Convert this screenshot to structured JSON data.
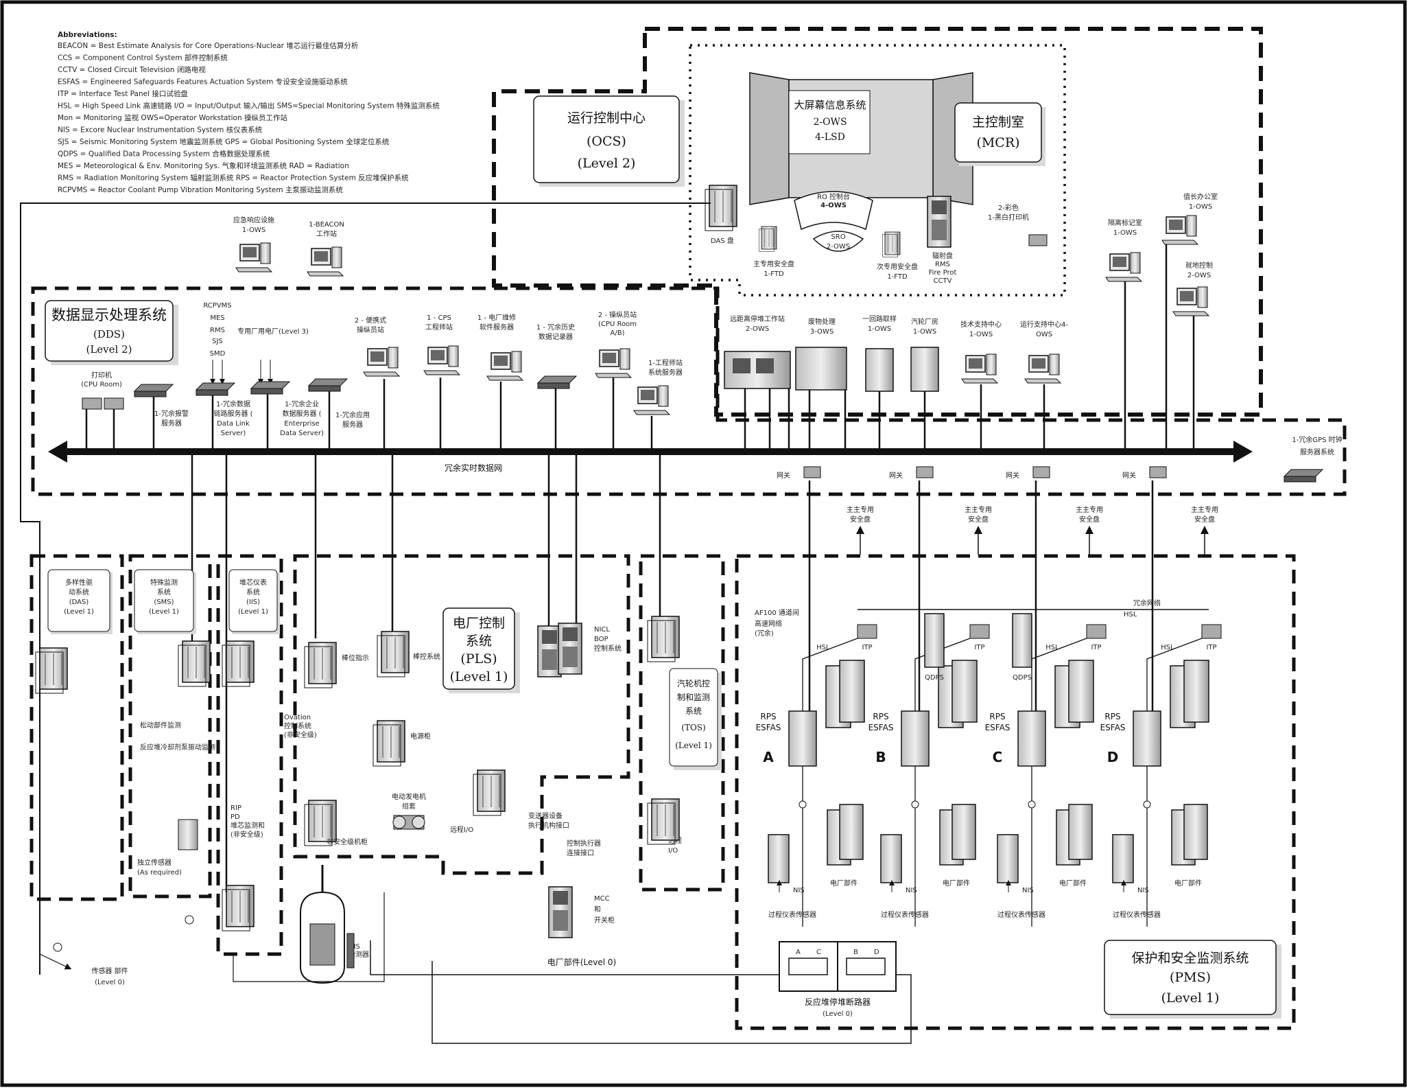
{
  "abbreviations": {
    "heading": "Abbreviations:",
    "lines": [
      "BEACON = Best Estimate Analysis for Core Operations-Nuclear 堆芯运行最佳估算分析",
      "CCS = Component Control System 部件控制系统",
      "CCTV = Closed Circuit Television 闭路电视",
      "ESFAS = Engineered Safeguards Features Actuation System 专设安全设施驱动系统",
      "ITP = Interface Test Panel 接口试验盘",
      "HSL = High Speed Link 高速链路    I/O = Input/Output 输入/输出    SMS=Special Monitoring System 特殊监测系统",
      "Mon = Monitoring 监视          OWS=Operator Workstation 操纵员工作站",
      "NIS = Excore Nuclear Instrumentation System 核仪表系统",
      "SJS = Seismic Monitoring System 地震监测系统      GPS = Global Positioning System 全球定位系统",
      "QDPS = Qualified Data Processing System 合格数据处理系统",
      "MES = Meteorological & Env. Monitoring Sys. 气象和环境监测系统              RAD = Radiation",
      "RMS = Radiation Monitoring System 辐射监测系统              RPS = Reactor Protection System 反应堆保护系统",
      "RCPVMS = Reactor Coolant Pump Vibration Monitoring System 主泵振动监测系统"
    ]
  },
  "ocs": {
    "title": "运行控制中心",
    "abbr": "(OCS)",
    "level": "(Level 2)"
  },
  "mcr": {
    "title": "主控制室",
    "abbr": "(MCR)"
  },
  "lsd": {
    "title": "大屏幕信息系统",
    "l2": "2-OWS",
    "l3": "4-LSD"
  },
  "ro": {
    "title": "RO 控制台",
    "sub": "4-OWS"
  },
  "sro": {
    "title": "SRO",
    "sub": "2-OWS"
  },
  "das_panel": "DAS 盘",
  "ftd1": {
    "l1": "主专用安全盘",
    "l2": "1-FTD"
  },
  "ftd2": {
    "l1": "次专用安全盘",
    "l2": "1-FTD"
  },
  "rms_panel": {
    "l1": "辐射盘",
    "l2": "RMS",
    "l3": "Fire Prot",
    "l4": "CCTV"
  },
  "printer_mcr": {
    "l1": "2-彩色",
    "l2": "1-黑白打印机"
  },
  "emergency": {
    "l1": "应急响应设施",
    "l2": "1-OWS"
  },
  "beacon": {
    "l1": "1-BEACON",
    "l2": "工作站"
  },
  "shift_office": {
    "l1": "值长办公室",
    "l2": "1-OWS"
  },
  "radio_record": {
    "l1": "隔离标记室",
    "l2": "1-OWS"
  },
  "emergency_ctrl": {
    "l1": "就地控制",
    "l2": "2-OWS"
  },
  "dds": {
    "title": "数据显示处理系统",
    "abbr": "(DDS)",
    "level": "(Level 2)"
  },
  "dds_top": {
    "rcpvms": "RCPVMS",
    "mes": "MES",
    "rms": "RMS",
    "sjs": "SJS",
    "smd": "SMD"
  },
  "dds_items": {
    "eng_station": "专用厂用电厂(Level 3)",
    "portable": "2 - 便携式\n操纵员站",
    "cps": "1 - CPS\n工程师站",
    "plant_server": "1 - 电厂维修\n软件服务器",
    "redundant_historian": "1 - 冗余历史\n数据记录器",
    "cpu_room_ows": "2 - 操纵员站\n(CPU Room\nA/B)",
    "maint_station": "1-工程师站\n系统服务器",
    "printer_cpu": "打印机\n(CPU Room)",
    "app_server": "1-冗余报警\n服务器",
    "data_link": "1-冗余数据\n链路服务器 (\nData Link\nServer)",
    "enterprise": "1-冗余企业\n数据服务器 (\nEnterprise\nData Server)",
    "app_server2": "1-冗余应用\n服务器"
  },
  "ws_row": {
    "remote": "远距离停堆工作站\n2-OWS",
    "waste": "废物处理\n3-OWS",
    "loop": "一回路取样\n1-OWS",
    "turbine": "汽轮厂房\n1-OWS",
    "tsc": "技术支持中心\n1-OWS",
    "osc": "运行支持中心4-\nOWS"
  },
  "network": {
    "label": "冗余实时数据网",
    "gps": "1-冗余GPS 时钟\n服务器系统"
  },
  "gateway": "网关",
  "safety_panels": [
    "主主专用\n安全盘",
    "主主专用\n安全盘",
    "主主专用\n安全盘",
    "主主专用\n安全盘"
  ],
  "das_sys": {
    "l1": "多样性驱",
    "l2": "动系统",
    "l3": "(DAS)",
    "l4": "(Level 1)",
    "note": "独立传感器\n(As required)"
  },
  "sms_sys": {
    "l1": "特殊监测",
    "l2": "系统",
    "l3": "(SMS)",
    "l4": "(Level 1)",
    "n1": "松动部件监测",
    "n2": "反应堆冷却剂泵振动监测"
  },
  "iis_sys": {
    "l1": "堆芯仪表",
    "l2": "系统",
    "l3": "(IIS)",
    "l4": "(Level 1)",
    "n1": "Ovation\n控制系统\n(非安全级)",
    "n2": "RIP\nPD\n堆芯监测和\n(非安全级)"
  },
  "pls": {
    "title1": "电厂控制",
    "title2": "系统",
    "abbr": "(PLS)",
    "level": "(Level 1)"
  },
  "pls_items": {
    "pos": "棒位指示",
    "rod": "棒控系统",
    "power": "电源柜",
    "nicl": "NICL\nBOP\n控制系统",
    "remote_io": "远程I/O",
    "sensors": "变送器设备\n执行机构接口",
    "safety_cab": "非安全级机柜",
    "motor_gen": "电动发电机\n组套",
    "mcc_note": "控制执行器\n连接接口",
    "mcc": "MCC\n和\n开关柜"
  },
  "tos": {
    "l1": "汽轮机控",
    "l2": "制和监测",
    "l3": "系统",
    "abbr": "(TOS)",
    "level": "(Level 1)",
    "io": "远程\nI/O"
  },
  "pms": {
    "title": "保护和安全监测系统",
    "abbr": "(PMS)",
    "level": "(Level 1)"
  },
  "pms_items": {
    "af100": "AF100 通道间\n高速网络\n(冗余)",
    "hsl": "HSL",
    "hsl_top": "冗余网络\nHSL",
    "itp": "ITP",
    "qdps": "QDPS",
    "qdps2": "QDPS",
    "rps": "RPS\nESFAS",
    "nis": "NIS",
    "plant": "电厂部件",
    "sensors": "过程仪表传感器",
    "trains": [
      "A",
      "B",
      "C",
      "D"
    ]
  },
  "rtb": {
    "title": "反应堆停堆断路器",
    "level": "(Level 0)"
  },
  "plant_components": "电厂部件(Level 0)",
  "bottom_left": {
    "l1": "传感器   部件",
    "l2": "(Level 0)"
  },
  "nis_small": "NIS\n检测器"
}
